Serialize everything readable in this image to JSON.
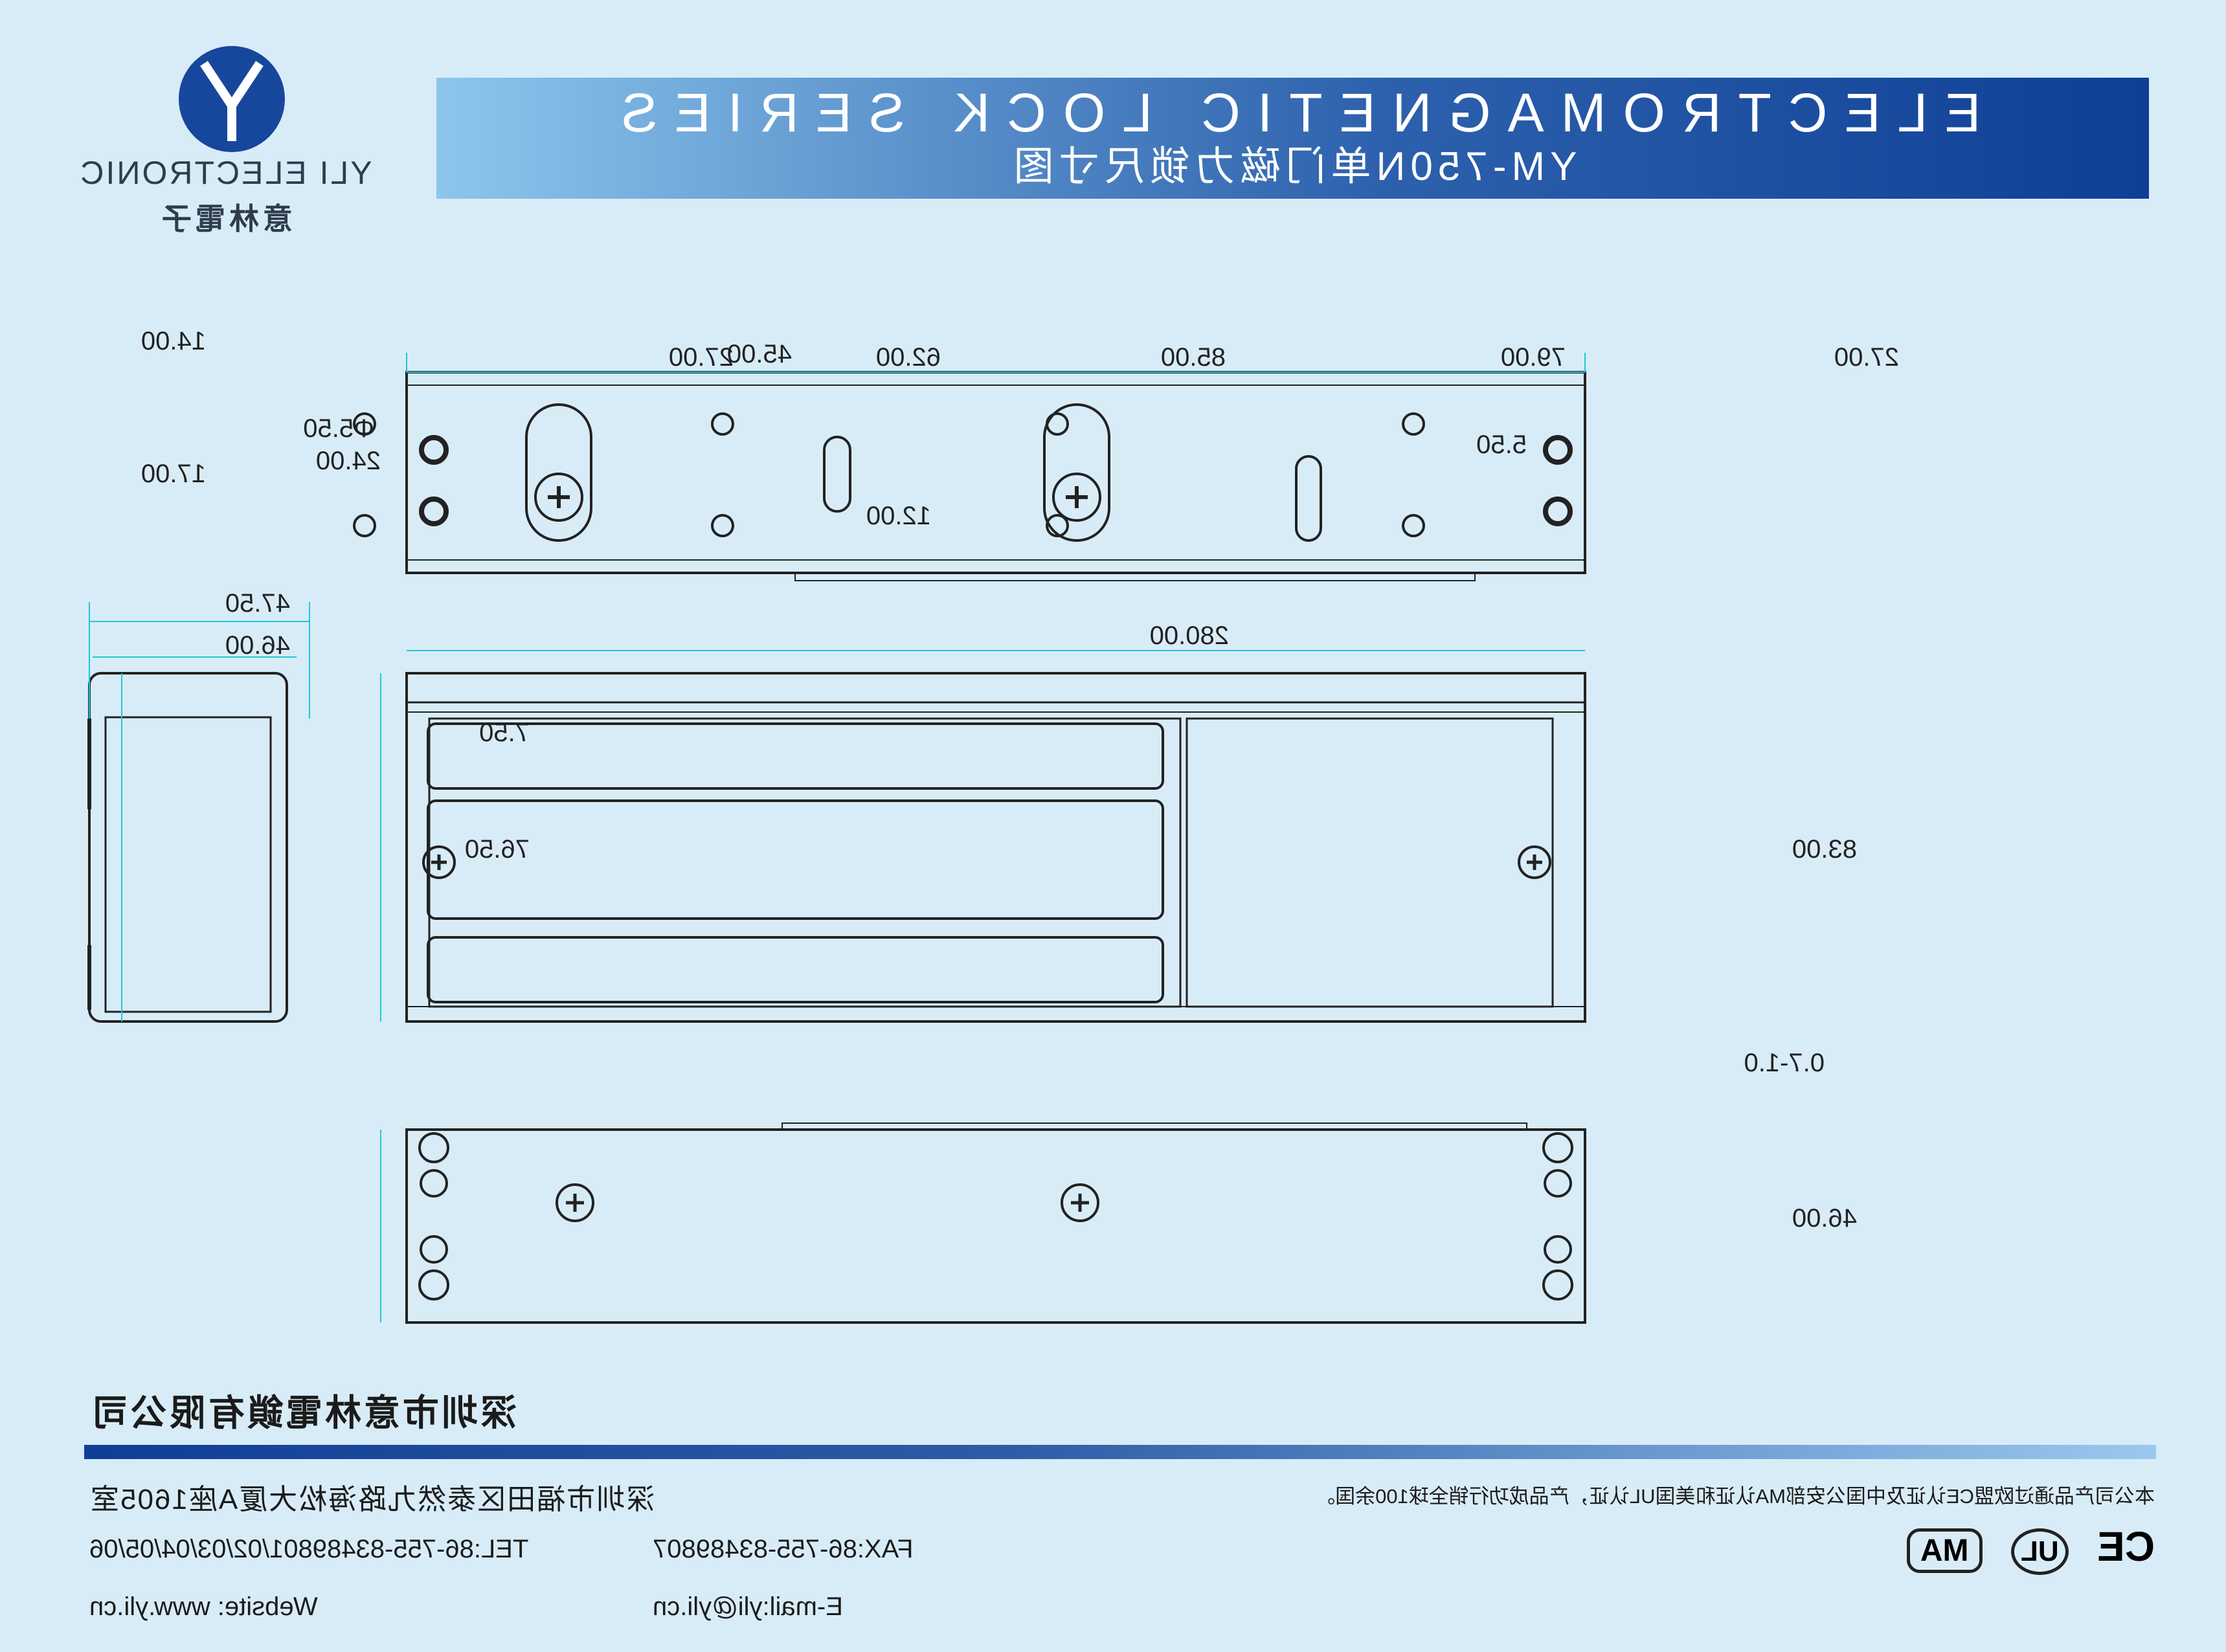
{
  "header": {
    "title": "ELECTROMAGNETIC LOCK SERIES",
    "subtitle": "YM-750N单门磁力锁尺寸图"
  },
  "brand": {
    "logo_name": "yli-logo",
    "name_en": "YLI ELECTRONIC",
    "name_cn": "意林電子",
    "color_primary": "#16479c"
  },
  "dimensions": {
    "top_view": {
      "d1": "45.00",
      "d2": "27.00",
      "d3": "62.00",
      "d4": "85.00",
      "d5": "79.00",
      "d6": "27.00",
      "d7": "Φ5.50",
      "d8": "14.00",
      "d9": "17.00",
      "d10": "12.00",
      "d11": "5.50",
      "d12": "24.00"
    },
    "side_view": {
      "w1": "47.50",
      "w2": "46.00",
      "h1": "7.50",
      "h2": "76.50"
    },
    "front_view": {
      "length": "280.00",
      "height": "83.00",
      "gap": "0.7-1.0"
    },
    "bottom_view": {
      "height": "46.00"
    }
  },
  "footer": {
    "company": "深圳市意林電鎖有限公司",
    "address": "深圳市福田区泰然九路海松大厦A座1605室",
    "tel": "TEL:86-755-83489801/02/03/04/05/06",
    "fax": "FAX:86-755-83489807",
    "website": "Website: www.yli.cn",
    "email": "E-mail:yli@yli.cn",
    "certification_note": "本公司产品通过欧盟CE认证及中国公安部MA认证和美国UL认证，产品成功行销全球100余国。",
    "cert_marks": [
      "CE",
      "UL",
      "MA"
    ]
  },
  "colors": {
    "line": "#222222",
    "dim_cyan": "#20c8d8",
    "dim_magenta": "#e0208c",
    "background": "#d8ecf8"
  }
}
